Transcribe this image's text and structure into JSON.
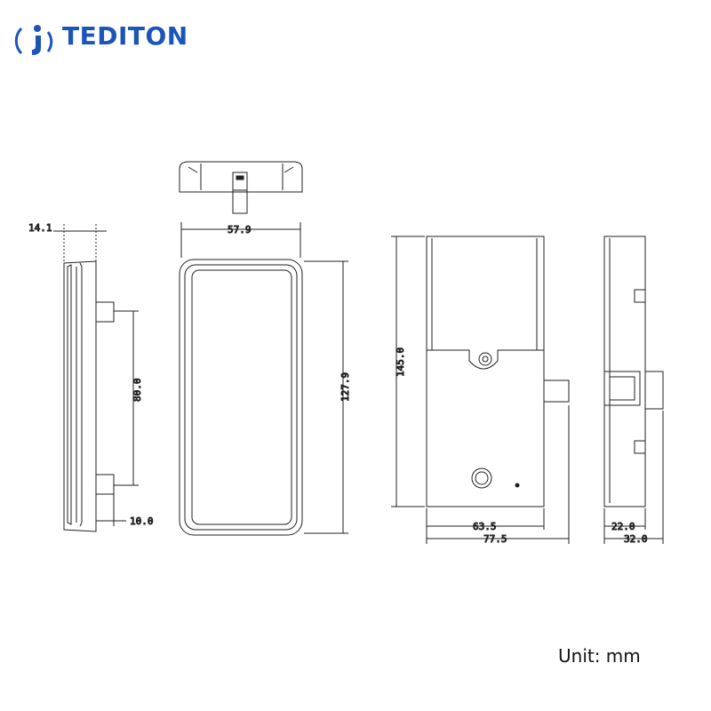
{
  "brand": {
    "name": "TEDITON",
    "color": "#1c55b8"
  },
  "unit_label": "Unit: mm",
  "dimensions": {
    "side_depth": "14.1",
    "side_pin_spacing": "80.0",
    "side_pin_length": "10.0",
    "front_width": "57.9",
    "front_height": "127.9",
    "back_height": "145.0",
    "back_inner_width": "63.5",
    "back_outer_width": "77.5",
    "right_inner_depth": "22.0",
    "right_outer_depth": "32.0"
  },
  "colors": {
    "line": "#222222",
    "panel": "#ffffff"
  }
}
